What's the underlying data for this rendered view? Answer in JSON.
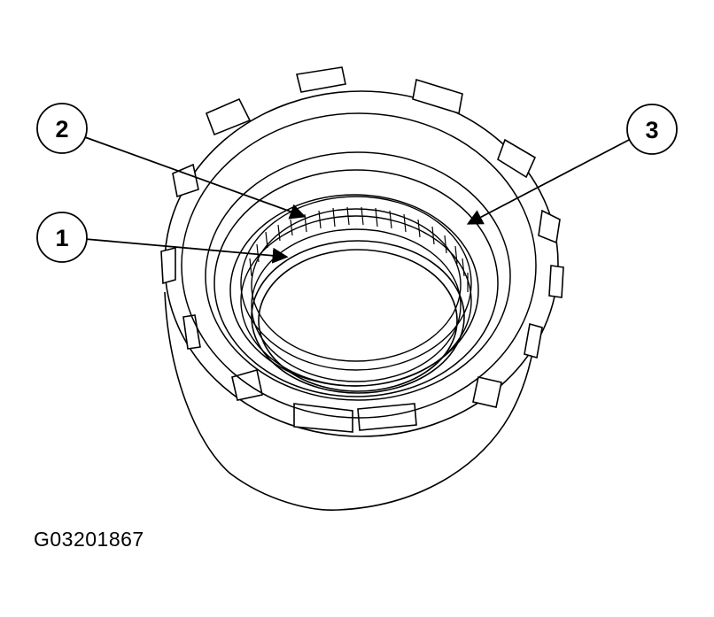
{
  "figure": {
    "id": "G03201867"
  },
  "callouts": [
    {
      "number": "1",
      "target": "bearing-needles-inner-row"
    },
    {
      "number": "2",
      "target": "bearing-cage-upper-edge"
    },
    {
      "number": "3",
      "target": "drum-inner-face"
    }
  ],
  "colors": {
    "line": "#000000",
    "background": "#ffffff"
  }
}
